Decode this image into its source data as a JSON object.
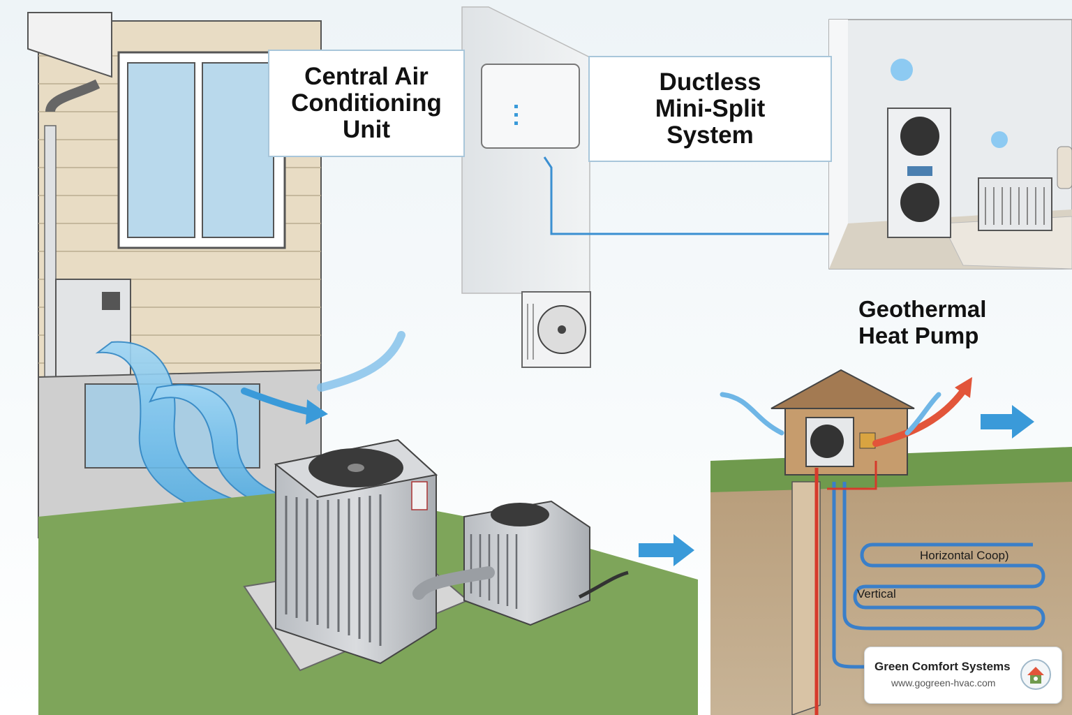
{
  "labels": {
    "central_ac": [
      "Central Air",
      "Conditioning",
      "Unit"
    ],
    "ductless": [
      "Ductless",
      "Mini-Split",
      "System"
    ],
    "geothermal": [
      "Geothermal",
      "Heat Pump"
    ],
    "horizontal_loop": "Horizontal Coop)",
    "vertical_loop": "Vertical"
  },
  "brand": {
    "name": "Green Comfort Systems",
    "url": "www.gogreen-hvac.com"
  },
  "colors": {
    "label_border": "#a8c6da",
    "cool_air": "#3a9ad9",
    "warm_air": "#e2553a",
    "grass": "#6f9a4d",
    "soil": "#a58a6a",
    "siding": "#e8dcc4",
    "unit_metal": "#c9ccd0"
  }
}
